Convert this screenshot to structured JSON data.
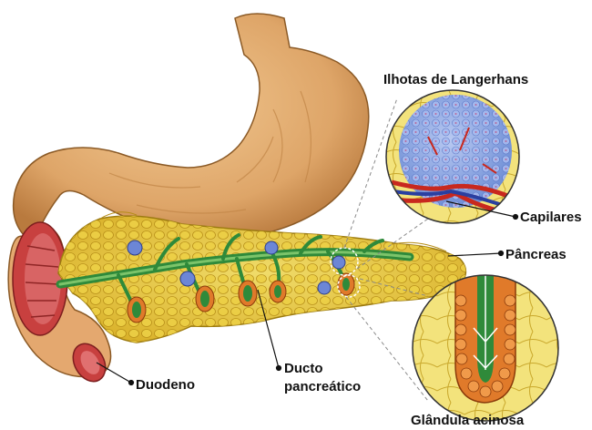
{
  "labels": {
    "ilhotas": "Ilhotas de Langerhans",
    "capilares": "Capilares",
    "pancreas": "Pâncreas",
    "duodeno": "Duodeno",
    "ducto_line1": "Ducto",
    "ducto_line2": "pancreático",
    "acinosa": "Glândula acinosa"
  },
  "colors": {
    "stomach": "#e2ab6e",
    "pancreas": "#e8c52e",
    "duct": "#2f8a3a",
    "duodenum": "#c8403f",
    "islet": "#8aa6e0",
    "acinus": "#e07a2a"
  }
}
